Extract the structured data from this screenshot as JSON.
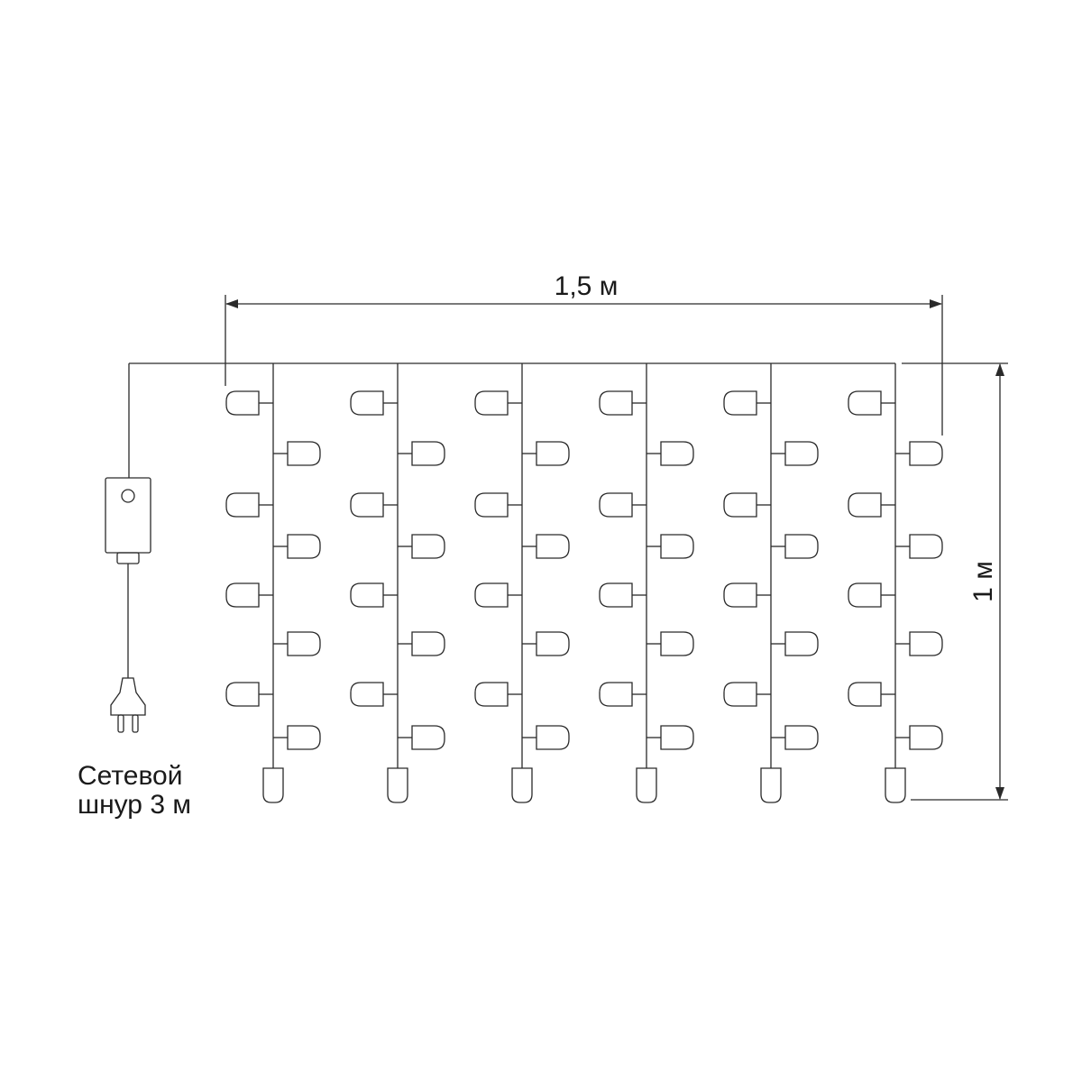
{
  "dimensions": {
    "width_label": "1,5 м",
    "height_label": "1 м"
  },
  "cord": {
    "caption_line1": "Сетевой",
    "caption_line2": "шнур 3 м"
  },
  "colors": {
    "line": "#2a2a2a",
    "background": "#ffffff"
  },
  "curtain": {
    "strand_count": 6,
    "left_bulbs_per_strand": 4,
    "right_bulbs_per_strand": 4,
    "end_bulbs_per_strand": 1
  }
}
